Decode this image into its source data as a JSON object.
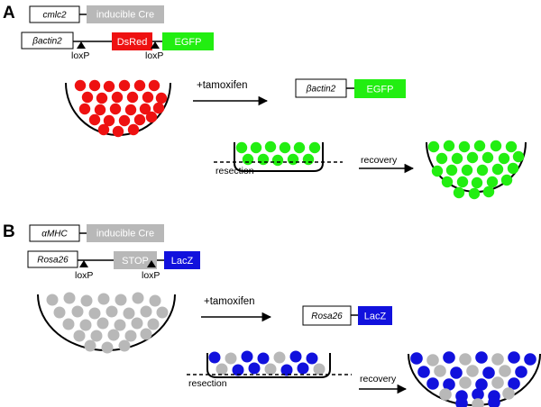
{
  "colors": {
    "red": "#ee1111",
    "green": "#22ee11",
    "gray": "#b8b8b8",
    "blue": "#1111dd",
    "line": "#000000",
    "box_fill": "#ffffff"
  },
  "panel_a": {
    "label": "A",
    "promoter_1": "cmlc2",
    "cassette_1": "inducible Cre",
    "promoter_2": "βactin2",
    "cassette_red": "DsRed",
    "cassette_green": "EGFP",
    "loxp_left": "loxP",
    "loxp_right": "loxP",
    "treatment": "+tamoxifen",
    "result_promoter": "βactin2",
    "result_cassette": "EGFP",
    "resection": "resection",
    "recovery": "recovery"
  },
  "panel_b": {
    "label": "B",
    "promoter_1": "αMHC",
    "cassette_1": "inducible Cre",
    "promoter_2": "Rosa26",
    "cassette_stop": "STOP",
    "cassette_lacz": "LacZ",
    "loxp_left": "loxP",
    "loxp_right": "loxP",
    "treatment": "+tamoxifen",
    "result_promoter": "Rosa26",
    "result_cassette": "LacZ",
    "resection": "resection",
    "recovery": "recovery"
  }
}
